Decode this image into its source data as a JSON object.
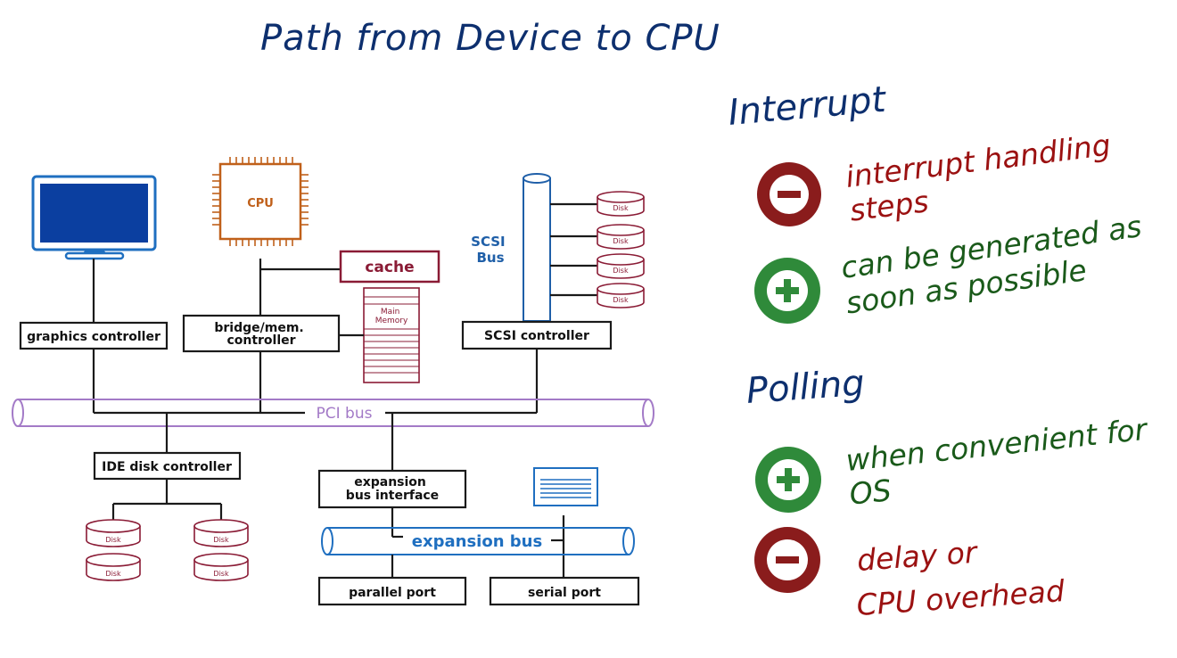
{
  "title": "Path from Device to CPU",
  "diagram": {
    "cpu_label": "CPU",
    "cache_label": "cache",
    "main_memory_label": "Main Memory",
    "scsi_bus_label": "SCSI Bus",
    "disk_label": "Disk",
    "graphics_controller": "graphics controller",
    "bridge_controller": "bridge/mem. controller",
    "scsi_controller": "SCSI controller",
    "pci_bus": "PCI bus",
    "ide_controller": "IDE disk controller",
    "expansion_interface": "expansion bus interface",
    "expansion_bus": "expansion bus",
    "parallel_port": "parallel port",
    "serial_port": "serial port"
  },
  "interrupt": {
    "heading": "Interrupt",
    "con_text": "interrupt handling steps",
    "pro_text": "can be generated as soon as possible"
  },
  "polling": {
    "heading": "Polling",
    "pro_text": "when convenient for OS",
    "con_text": "delay or CPU overhead"
  },
  "colors": {
    "title_blue": "#0d2f6e",
    "con_red": "#9b1111",
    "pro_green": "#1a5a1a",
    "minus_icon": "#8a1c1c",
    "plus_icon": "#2f8a3a",
    "pci_purple": "#a37ac7",
    "scsi_blue": "#1f5fa8",
    "cpu_orange": "#c0601a",
    "memory_maroon": "#8a1b35"
  }
}
